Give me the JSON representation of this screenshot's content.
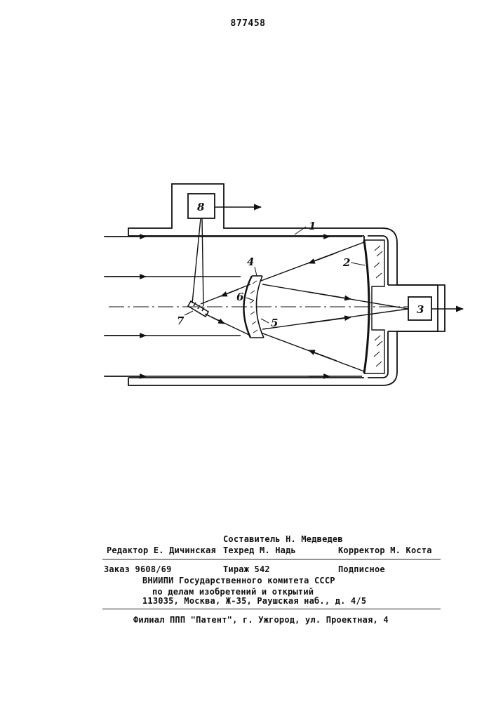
{
  "header": {
    "patent_number": "877458"
  },
  "figure": {
    "labels": {
      "housing": "1",
      "primary_mirror": "2",
      "receiver": "3",
      "secondary_mirror": "4",
      "lens_element_5": "5",
      "lens_element_6": "6",
      "deflector_mirror": "7",
      "sensor_block": "8"
    }
  },
  "imprint": {
    "compiler": "Составитель Н. Медведев",
    "editor": "Редактор Е. Дичинская",
    "techred": "Техред М. Надь",
    "corrector": "Корректор М. Коста",
    "order": "Заказ 9608/69",
    "circulation": "Тираж 542",
    "subscription": "Подписное",
    "org_line1": "ВНИИПИ Государственного комитета СССР",
    "org_line2": "по делам изобретений и открытий",
    "org_address": "113035, Москва, Ж-35, Раушская наб., д. 4/5",
    "branch": "Филиал ППП \"Патент\", г. Ужгород, ул. Проектная, 4"
  }
}
